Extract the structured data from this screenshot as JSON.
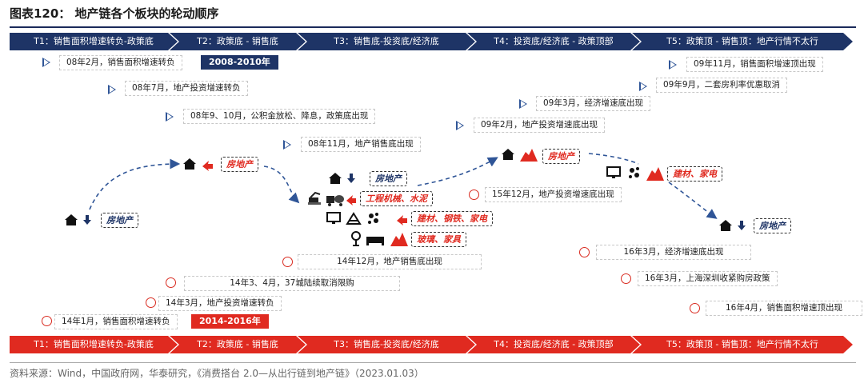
{
  "title": "图表120：  地产链各个板块的轮动顺序",
  "phases_top": [
    "T1：销售面积增速转负-政策底",
    "T2：政策底 - 销售底",
    "T3：销售底-投资底/经济底",
    "T4：投资底/经济底 - 政策顶部",
    "T5：政策顶 - 销售顶：地产行情不太行"
  ],
  "phases_bottom": [
    "T1：销售面积增速转负-政策底",
    "T2：政策底 - 销售底",
    "T3：销售底-投资底/经济底",
    "T4：投资底/经济底 - 政策顶部",
    "T5：政策顶 - 销售顶：地产行情不太行"
  ],
  "era_2008": "2008-2010年",
  "era_2014": "2014-2016年",
  "notes_2008": [
    "08年2月，销售面积增速转负",
    "08年7月，地产投资增速转负",
    "08年9、10月，公积金放松、降息，政策底出现",
    "08年11月，地产销售底出现",
    "09年2月，地产投资增速底出现",
    "09年3月，经济增速底出现",
    "09年9月，二套房利率优惠取消",
    "09年11月，销售面积增速顶出现"
  ],
  "notes_2014": [
    "14年1月，销售面积增速转负",
    "14年3月，地产投资增速转负",
    "14年3、4月，37城陆续取消限购",
    "14年12月，地产销售底出现",
    "15年12月，地产投资增速底出现",
    "16年3月，经济增速底出现",
    "16年3月，上海深圳收紧购房政策",
    "16年4月，销售面积增速顶出现"
  ],
  "tags": {
    "start": "房地产",
    "t2": "房地产",
    "t3_property": "房地产",
    "t3_machinery": "工程机械、水泥",
    "t3_materials": "建材、钢铁、家电",
    "t3_glass": "玻璃、家具",
    "t4": "房地产",
    "t5": "建材、家电",
    "end": "房地产"
  },
  "source": "资料来源：Wind，中国政府网，华泰研究，《消费搭台 2.0—从出行链到地产链》（2023.01.03）",
  "colors": {
    "navy": "#1e3466",
    "red": "#e02a20",
    "blue": "#2f5597"
  }
}
